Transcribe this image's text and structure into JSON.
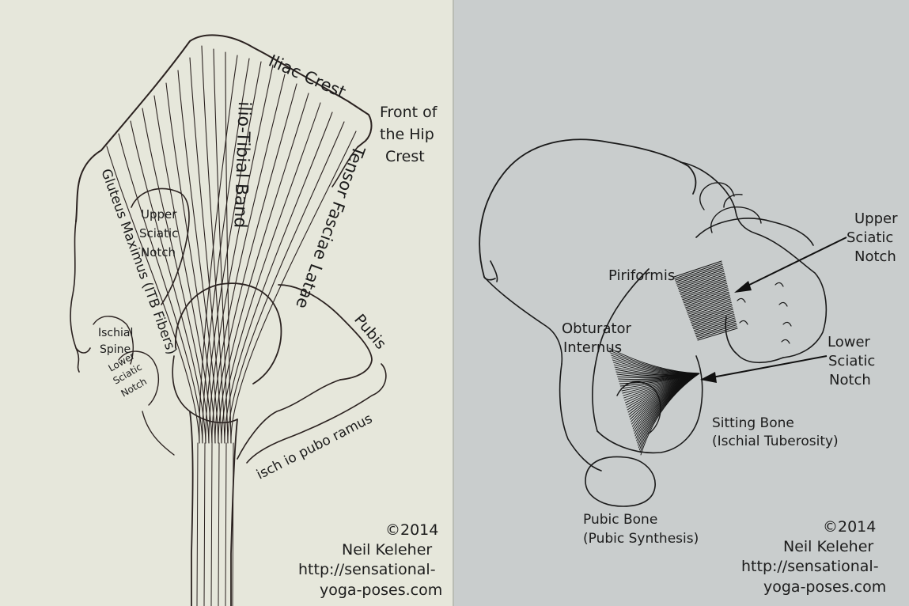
{
  "left_panel": {
    "labels": {
      "iliac_crest": "Iliac Crest",
      "front_of_hip_crest_1": "Front of",
      "front_of_hip_crest_2": "the Hip",
      "front_of_hip_crest_3": "Crest",
      "ilio_tibial_band": "ilio-Tibial Band",
      "tensor_fasciae_latae": "Tensor Fasciae Latae",
      "gluteus_maximus": "Gluteus Maximus (ITB Fibers)",
      "upper_sciatic_notch_1": "Upper",
      "upper_sciatic_notch_2": "Sciatic",
      "upper_sciatic_notch_3": "Notch",
      "ischial_spine_1": "Ischial",
      "ischial_spine_2": "Spine",
      "lower_sciatic_notch_1": "Lower",
      "lower_sciatic_notch_2": "Sciatic",
      "lower_sciatic_notch_3": "Notch",
      "pubis": "Pubis",
      "ischio_pubo_ramus": "isch io pubo ramus"
    },
    "credit": {
      "year": "©2014",
      "author": "Neil Keleher",
      "url_1": "http://sensational-",
      "url_2": "yoga-poses.com"
    }
  },
  "right_panel": {
    "labels": {
      "upper_sciatic_notch_1": "Upper",
      "upper_sciatic_notch_2": "Sciatic",
      "upper_sciatic_notch_3": "Notch",
      "piriformis": "Piriformis",
      "obturator_internus_1": "Obturator",
      "obturator_internus_2": "Internus",
      "lower_sciatic_notch_1": "Lower",
      "lower_sciatic_notch_2": "Sciatic",
      "lower_sciatic_notch_3": "Notch",
      "sitting_bone_1": "Sitting Bone",
      "sitting_bone_2": "(Ischial Tuberosity)",
      "pubic_bone_1": "Pubic Bone",
      "pubic_bone_2": "(Pubic Synthesis)"
    },
    "credit": {
      "year": "©2014",
      "author": "Neil Keleher",
      "url_1": "http://sensational-",
      "url_2": "yoga-poses.com"
    }
  },
  "colors": {
    "left_paper": "#e6e7db",
    "right_paper": "#c9cdcd",
    "ink": "#2b2220"
  }
}
